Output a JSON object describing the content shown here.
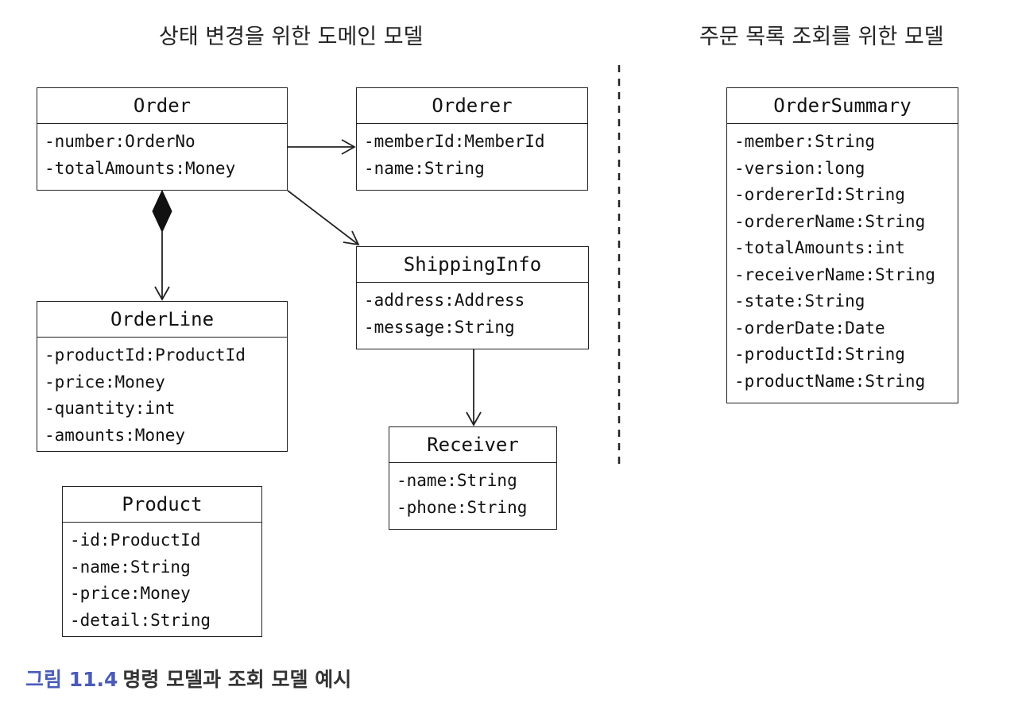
{
  "headings": {
    "left": "상태 변경을 위한 도메인 모델",
    "right": "주문 목록 조회를 위한 모델"
  },
  "classes": {
    "order": {
      "name": "Order",
      "attributes": [
        "-number:OrderNo",
        "-totalAmounts:Money"
      ]
    },
    "orderer": {
      "name": "Orderer",
      "attributes": [
        "-memberId:MemberId",
        "-name:String"
      ]
    },
    "orderline": {
      "name": "OrderLine",
      "attributes": [
        "-productId:ProductId",
        "-price:Money",
        "-quantity:int",
        "-amounts:Money"
      ]
    },
    "shippinginfo": {
      "name": "ShippingInfo",
      "attributes": [
        "-address:Address",
        "-message:String"
      ]
    },
    "receiver": {
      "name": "Receiver",
      "attributes": [
        "-name:String",
        "-phone:String"
      ]
    },
    "product": {
      "name": "Product",
      "attributes": [
        "-id:ProductId",
        "-name:String",
        "-price:Money",
        "-detail:String"
      ]
    },
    "ordersummary": {
      "name": "OrderSummary",
      "attributes": [
        "-member:String",
        "-version:long",
        "-ordererId:String",
        "-ordererName:String",
        "-totalAmounts:int",
        "-receiverName:String",
        "-state:String",
        "-orderDate:Date",
        "-productId:String",
        "-productName:String"
      ]
    }
  },
  "relations": [
    {
      "from": "Order",
      "to": "Orderer",
      "kind": "association"
    },
    {
      "from": "Order",
      "to": "ShippingInfo",
      "kind": "association"
    },
    {
      "from": "Order",
      "to": "OrderLine",
      "kind": "composition"
    },
    {
      "from": "ShippingInfo",
      "to": "Receiver",
      "kind": "association"
    }
  ],
  "caption": {
    "number": "그림 11.4",
    "text": "명령 모델과 조회 모델 예시"
  },
  "colors": {
    "line": "#222222",
    "caption_number": "#4a5bb8"
  }
}
